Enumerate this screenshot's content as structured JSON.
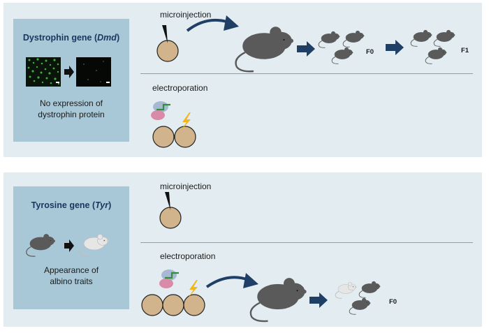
{
  "panels": [
    {
      "title": {
        "prefix": "Dystrophin gene (",
        "gene": "Dmd",
        "suffix": ")"
      },
      "caption": [
        "No expression of",
        "dystrophin protein"
      ],
      "microinjection_label": "microinjection",
      "electroporation_label": "electroporation",
      "generation_labels": [
        "F0",
        "F1"
      ]
    },
    {
      "title": {
        "prefix": "Tyrosine gene (",
        "gene": "Tyr",
        "suffix": ")"
      },
      "caption": [
        "Appearance of",
        "albino traits"
      ],
      "microinjection_label": "microinjection",
      "electroporation_label": "electroporation",
      "generation_labels": [
        "F0"
      ]
    }
  ],
  "colors": {
    "panel_bg": "#e3edf1",
    "card_bg": "#a8c8d8",
    "title_text": "#17375e",
    "embryo_fill": "#d2b48c",
    "mouse_gray": "#5a5a5a",
    "mouse_white": "#e6e6e6",
    "arrow_blue": "#1f3f66",
    "fluorescence_green": "#3fae3f",
    "lightning": "#f2b51b"
  }
}
